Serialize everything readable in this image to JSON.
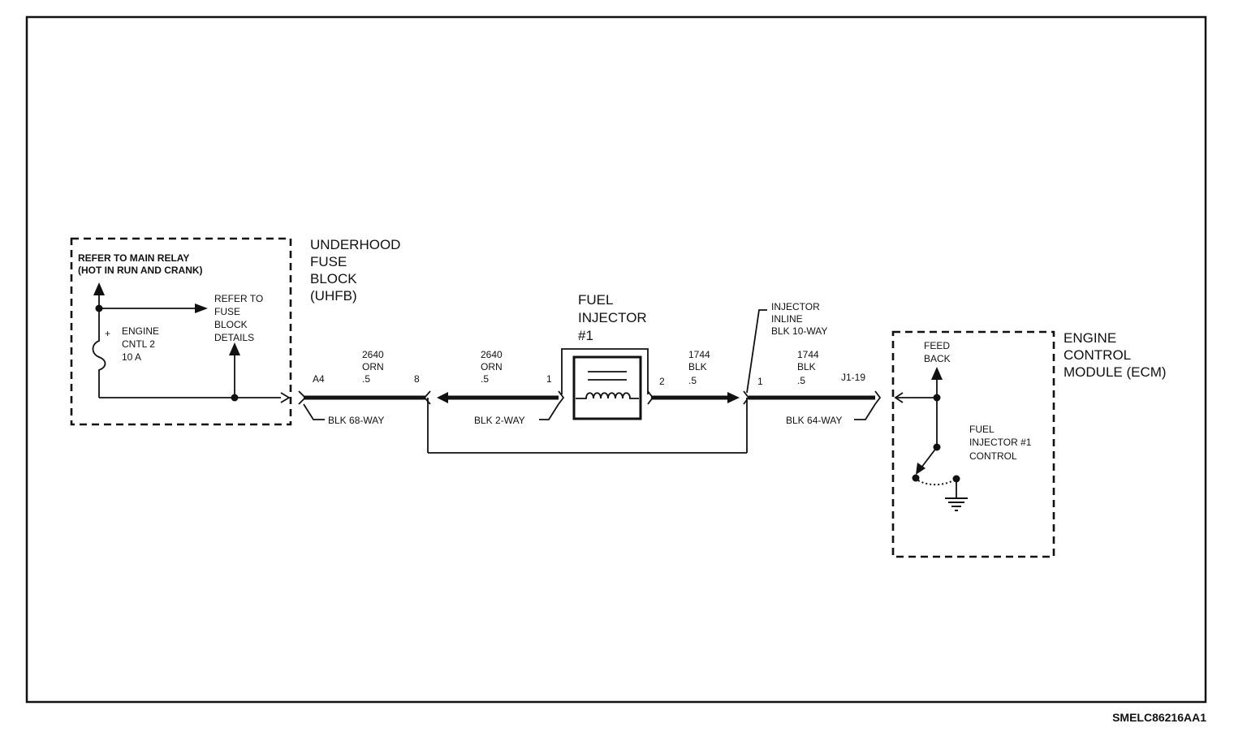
{
  "uhfb": {
    "title": [
      "UNDERHOOD",
      "FUSE",
      "BLOCK",
      "(UHFB)"
    ],
    "main_relay": [
      "REFER TO MAIN RELAY",
      "(HOT IN RUN AND CRANK)"
    ],
    "fuse_plus": "+",
    "fuse_label": [
      "ENGINE",
      "CNTL 2",
      "10 A"
    ],
    "fuse_details": [
      "REFER TO",
      "FUSE",
      "BLOCK",
      "DETAILS"
    ]
  },
  "connectors": {
    "c68": {
      "pin": "A4",
      "pin_right": "8",
      "name": "BLK 68-WAY"
    },
    "c2": {
      "pin_left": "1",
      "pin_right": "2",
      "name": "BLK 2-WAY"
    },
    "inline": {
      "pin": "1",
      "name": [
        "INJECTOR",
        "INLINE",
        "BLK 10-WAY"
      ]
    },
    "c64": {
      "pin": "J1-19",
      "name": "BLK 64-WAY"
    }
  },
  "wires": [
    {
      "circuit": "2640",
      "color": "ORN",
      "gauge": ".5"
    },
    {
      "circuit": "2640",
      "color": "ORN",
      "gauge": ".5"
    },
    {
      "circuit": "1744",
      "color": "BLK",
      "gauge": ".5"
    },
    {
      "circuit": "1744",
      "color": "BLK",
      "gauge": ".5"
    }
  ],
  "injector": {
    "title": [
      "FUEL",
      "INJECTOR",
      "#1"
    ]
  },
  "ecm": {
    "title": [
      "ENGINE",
      "CONTROL",
      "MODULE (ECM)"
    ],
    "feedback": [
      "FEED",
      "BACK"
    ],
    "control": [
      "FUEL",
      "INJECTOR #1",
      "CONTROL"
    ]
  },
  "figure_id": "SMELC86216AA1"
}
